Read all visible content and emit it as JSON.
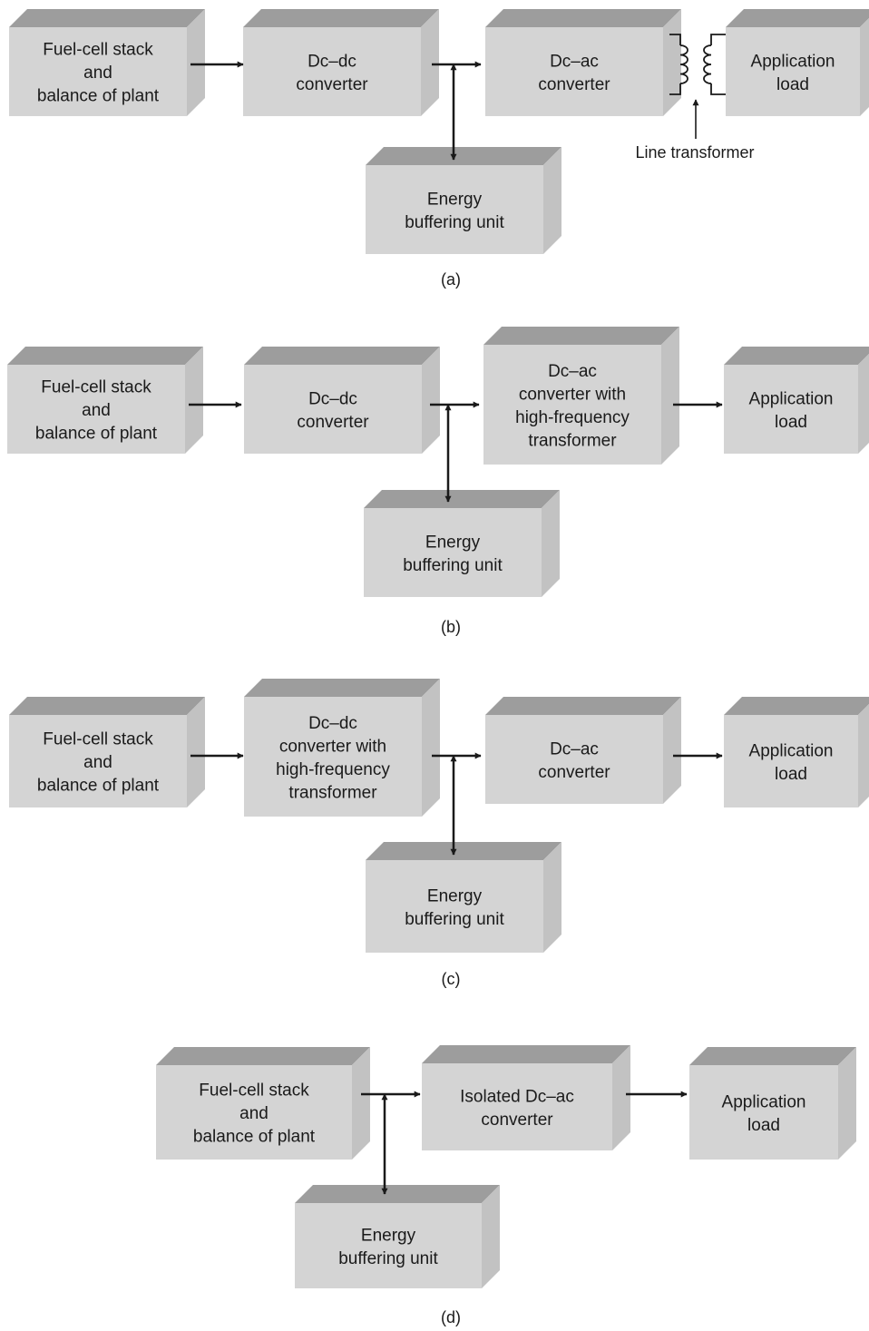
{
  "panels": [
    {
      "caption": "(a)",
      "blocks": {
        "fuel": [
          "Fuel-cell stack",
          "and",
          "balance of plant"
        ],
        "dcdc": [
          "Dc–dc",
          "converter"
        ],
        "dcac": [
          "Dc–ac",
          "converter"
        ],
        "load": [
          "Application",
          "load"
        ],
        "buffer": [
          "Energy",
          "buffering unit"
        ]
      },
      "transformer_label": "Line transformer"
    },
    {
      "caption": "(b)",
      "blocks": {
        "fuel": [
          "Fuel-cell stack",
          "and",
          "balance of plant"
        ],
        "dcdc": [
          "Dc–dc",
          "converter"
        ],
        "dcac": [
          "Dc–ac",
          "converter with",
          "high-frequency",
          "transformer"
        ],
        "load": [
          "Application",
          "load"
        ],
        "buffer": [
          "Energy",
          "buffering unit"
        ]
      }
    },
    {
      "caption": "(c)",
      "blocks": {
        "fuel": [
          "Fuel-cell stack",
          "and",
          "balance of plant"
        ],
        "dcdc": [
          "Dc–dc",
          "converter with",
          "high-frequency",
          "transformer"
        ],
        "dcac": [
          "Dc–ac",
          "converter"
        ],
        "load": [
          "Application",
          "load"
        ],
        "buffer": [
          "Energy",
          "buffering unit"
        ]
      }
    },
    {
      "caption": "(d)",
      "blocks": {
        "fuel": [
          "Fuel-cell stack",
          "and",
          "balance of plant"
        ],
        "dcac": [
          "Isolated Dc–ac",
          "converter"
        ],
        "load": [
          "Application",
          "load"
        ],
        "buffer": [
          "Energy",
          "buffering unit"
        ]
      }
    }
  ],
  "colors": {
    "face": "#d4d4d4",
    "top": "#9d9d9d",
    "side": "#c2c2c2",
    "line": "#1a1a1a"
  }
}
